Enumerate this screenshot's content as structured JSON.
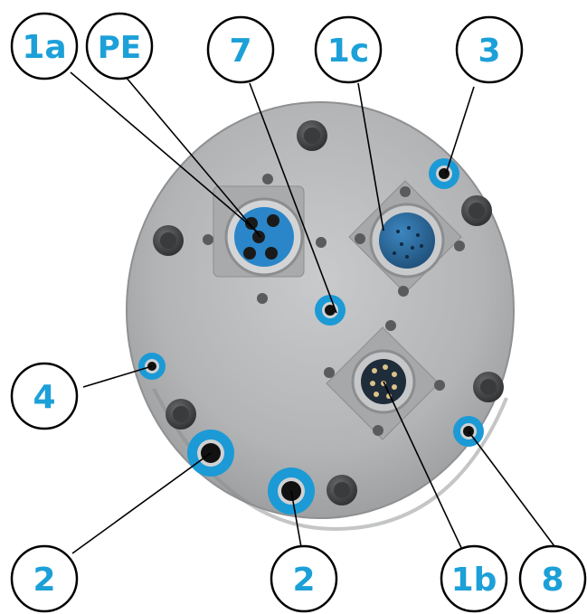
{
  "callouts": {
    "c1a": "1a",
    "cpe": "PE",
    "c7": "7",
    "c1c": "1c",
    "c3": "3",
    "c4": "4",
    "c2left": "2",
    "c2mid": "2",
    "c1b": "1b",
    "c8": "8"
  },
  "colors": {
    "label_text": "#1ca0d8",
    "callout_stroke": "#000000",
    "plate": "#b8b9bb",
    "port_ring": "#1b9ad6",
    "connector_blue": "#2f6fa3"
  }
}
